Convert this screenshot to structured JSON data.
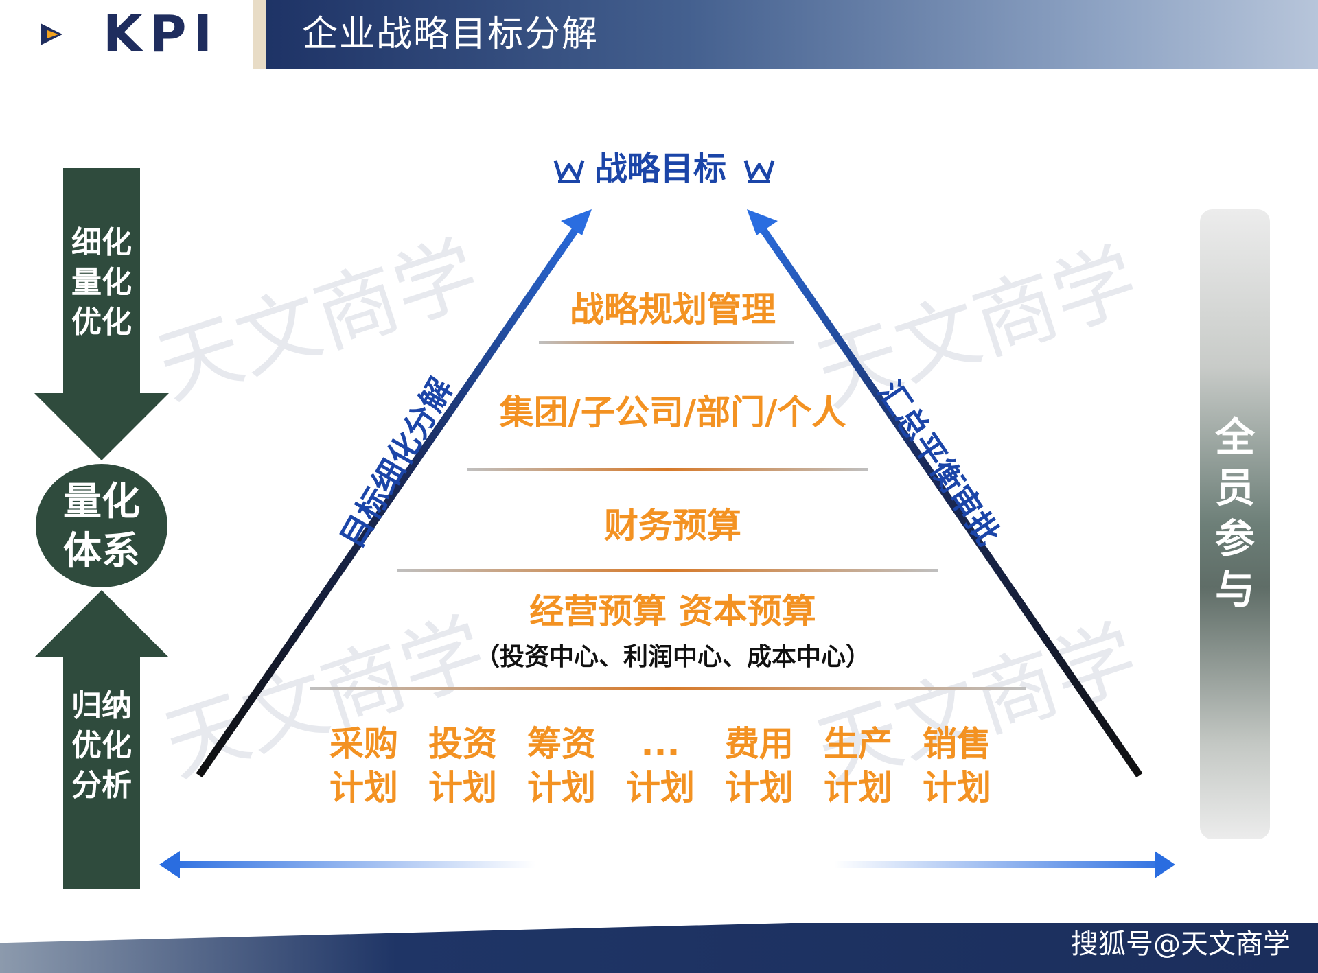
{
  "header": {
    "logo_text": "KPI",
    "title": "企业战略目标分解"
  },
  "left_column": {
    "top_text": "细化\n量化\n优化",
    "circle_text": "量化\n体系",
    "bottom_text": "归纳\n优化\n分析"
  },
  "right_column": {
    "text": "全\n员\n参\n与"
  },
  "pyramid": {
    "peak_title": "战略目标",
    "left_edge_label": "目标细化分解",
    "right_edge_label": "汇总平衡审批",
    "levels": [
      "战略规划管理",
      "集团/子公司/部门/个人",
      "财务预算",
      "经营预算 资本预算"
    ],
    "level_4_sub": "（投资中心、利润中心、成本中心）",
    "plans": [
      {
        "top": "采购",
        "bottom": "计划"
      },
      {
        "top": "投资",
        "bottom": "计划"
      },
      {
        "top": "筹资",
        "bottom": "计划"
      },
      {
        "top": "...",
        "bottom": "计划"
      },
      {
        "top": "费用",
        "bottom": "计划"
      },
      {
        "top": "生产",
        "bottom": "计划"
      },
      {
        "top": "销售",
        "bottom": "计划"
      }
    ]
  },
  "footer": {
    "watermark": "搜狐号@天文商学"
  },
  "colors": {
    "navy": "#1f2d5e",
    "dark_green": "#2f4b3d",
    "orange": "#f39222",
    "blue": "#1b45a8"
  }
}
